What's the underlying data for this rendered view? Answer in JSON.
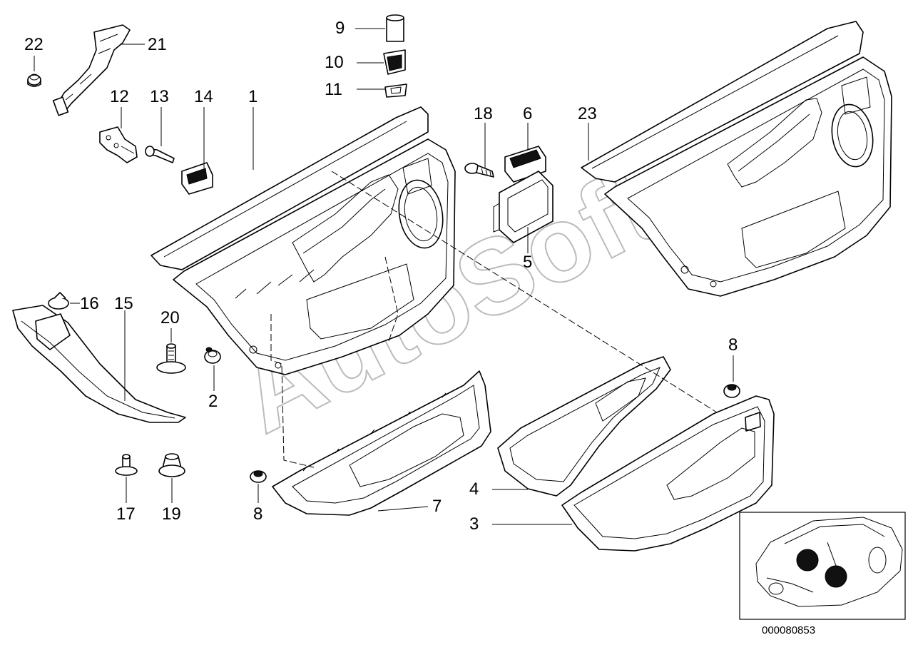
{
  "diagram": {
    "callouts": [
      {
        "id": "c22",
        "label": "22"
      },
      {
        "id": "c21",
        "label": "21"
      },
      {
        "id": "c12",
        "label": "12"
      },
      {
        "id": "c13",
        "label": "13"
      },
      {
        "id": "c14",
        "label": "14"
      },
      {
        "id": "c1",
        "label": "1"
      },
      {
        "id": "c9",
        "label": "9"
      },
      {
        "id": "c10",
        "label": "10"
      },
      {
        "id": "c11",
        "label": "11"
      },
      {
        "id": "c18",
        "label": "18"
      },
      {
        "id": "c6",
        "label": "6"
      },
      {
        "id": "c23",
        "label": "23"
      },
      {
        "id": "c5",
        "label": "5"
      },
      {
        "id": "c16",
        "label": "16"
      },
      {
        "id": "c15",
        "label": "15"
      },
      {
        "id": "c20",
        "label": "20"
      },
      {
        "id": "c2",
        "label": "2"
      },
      {
        "id": "c8a",
        "label": "8"
      },
      {
        "id": "c8b",
        "label": "8"
      },
      {
        "id": "c7",
        "label": "7"
      },
      {
        "id": "c4",
        "label": "4"
      },
      {
        "id": "c3",
        "label": "3"
      },
      {
        "id": "c17",
        "label": "17"
      },
      {
        "id": "c19",
        "label": "19"
      }
    ],
    "watermark": "AutoSoft",
    "diagram_number": "000080853"
  }
}
